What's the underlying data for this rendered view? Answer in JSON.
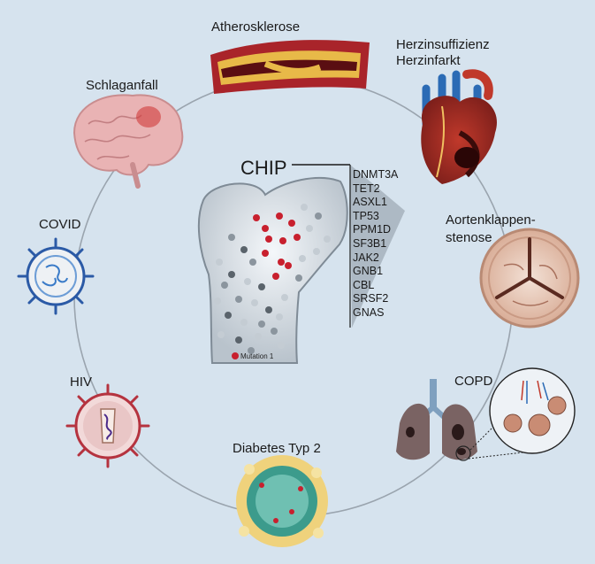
{
  "center": {
    "title": "CHIP",
    "genes": [
      "DNMT3A",
      "TET2",
      "ASXL1",
      "TP53",
      "PPM1D",
      "SF3B1",
      "JAK2",
      "GNB1",
      "CBL",
      "SRSF2",
      "GNAS"
    ],
    "legend": "Mutation 1"
  },
  "diseases": {
    "atherosklerose": "Atherosklerose",
    "herz_line1": "Herzinsuffizienz",
    "herz_line2": "Herzinfarkt",
    "aorta_line1": "Aortenklappen-",
    "aorta_line2": "stenose",
    "copd": "COPD",
    "diabetes": "Diabetes Typ 2",
    "hiv": "HIV",
    "covid": "COVID",
    "schlaganfall": "Schlaganfall"
  },
  "colors": {
    "background": "#d6e3ee",
    "mutation": "#c8202e",
    "ring": "#9aa4ae"
  }
}
